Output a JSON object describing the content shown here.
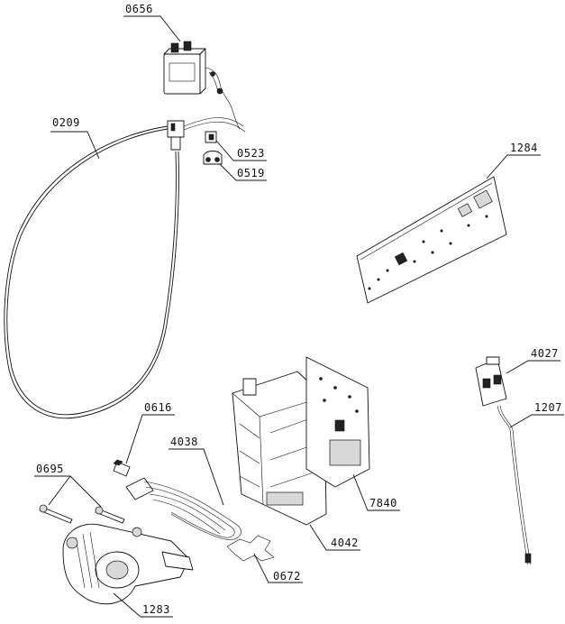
{
  "labels": {
    "p0656": "0656",
    "p0209": "0209",
    "p0523": "0523",
    "p0519": "0519",
    "p1284": "1284",
    "p4027": "4027",
    "p1207": "1207",
    "p0616": "0616",
    "p4038": "4038",
    "p0695": "0695",
    "p7840": "7840",
    "p4042": "4042",
    "p0672": "0672",
    "p1283": "1283"
  }
}
